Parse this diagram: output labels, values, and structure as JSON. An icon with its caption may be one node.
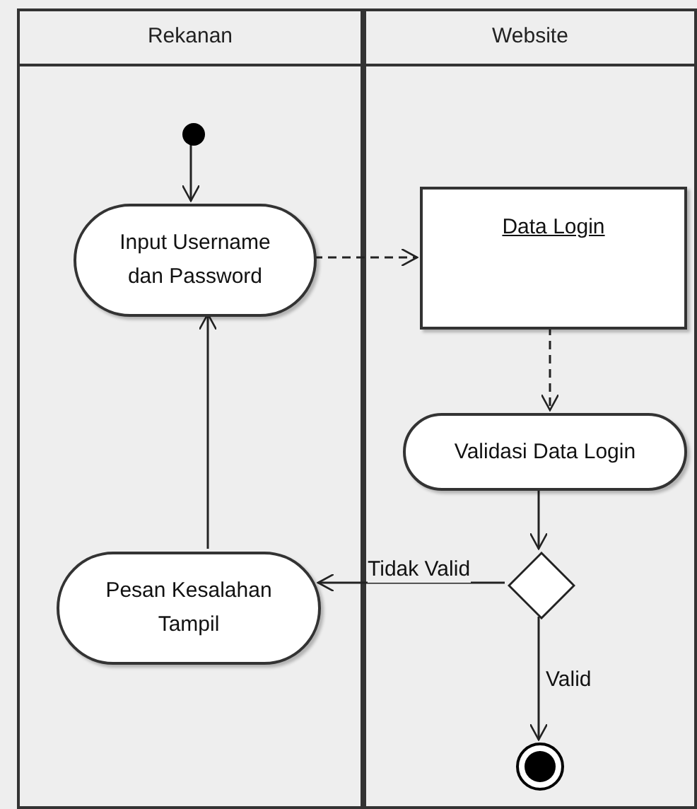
{
  "diagram": {
    "nodes": [
      {
        "text": [
          "Rekanan"
        ]
      },
      {
        "text": [
          "Website"
        ]
      },
      {
        "text": [],
        "shape": "circle",
        "in": 0
      },
      {
        "text": [
          "Input Username dan Password"
        ],
        "in": 0
      },
      {
        "text": [
          "Data Login"
        ],
        "in": 1
      },
      {
        "text": [
          "Validasi Data Login"
        ],
        "in": 1
      },
      {
        "text": [],
        "shape": "diamond",
        "in": 1
      },
      {
        "text": [
          "Pesan Kesalahan Tampil"
        ],
        "in": 0
      },
      {
        "text": [],
        "shape": "circle",
        "in": 1
      }
    ],
    "edges": [
      {
        "from": 2,
        "to": 3,
        "arrow": "to"
      },
      {
        "from": 3,
        "to": 4,
        "arrow": "to",
        "style": "dashed"
      },
      {
        "from": 4,
        "to": 5,
        "arrow": "to",
        "style": "dashed"
      },
      {
        "from": 5,
        "to": 6,
        "arrow": "to"
      },
      {
        "from": 6,
        "to": 7,
        "arrow": "to",
        "label": "Tidak Valid"
      },
      {
        "from": 6,
        "to": 8,
        "arrow": "to",
        "label": "Valid"
      },
      {
        "from": 7,
        "to": 3,
        "arrow": "to"
      }
    ]
  }
}
